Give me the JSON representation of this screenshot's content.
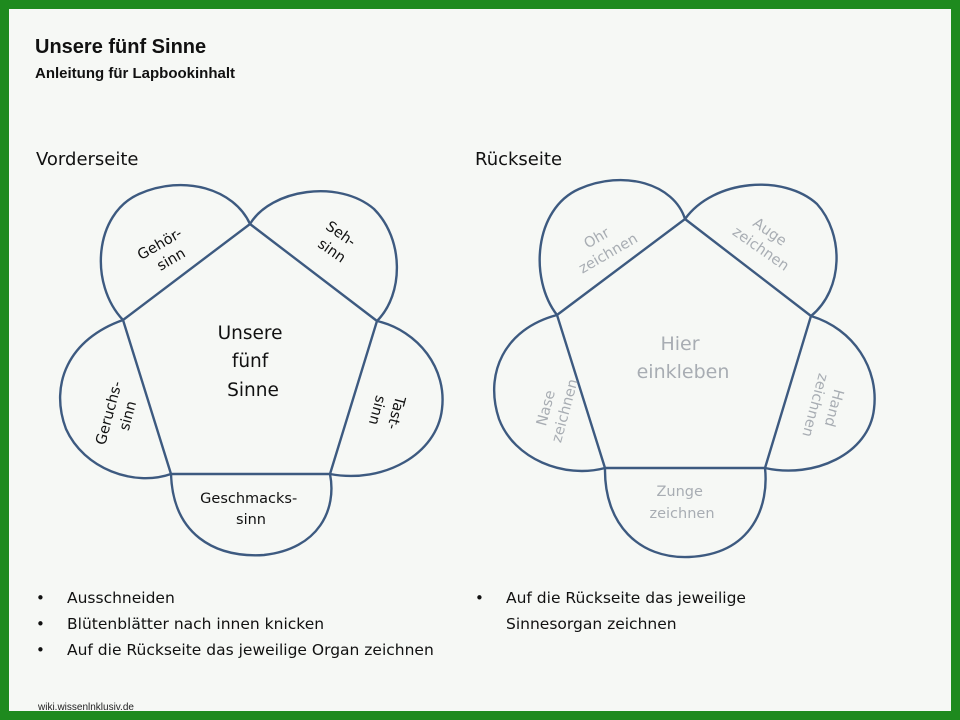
{
  "header": {
    "title": "Unsere fünf Sinne",
    "subtitle": "Anleitung für Lapbookinhalt"
  },
  "front": {
    "heading": "Vorderseite",
    "center": [
      "Unsere",
      "fünf",
      "Sinne"
    ],
    "petals": {
      "hearing": [
        "Gehör-",
        "sinn"
      ],
      "sight": [
        "Seh-",
        "sinn"
      ],
      "touch": [
        "Tast-",
        "sinn"
      ],
      "taste": [
        "Geschmacks-",
        "sinn"
      ],
      "smell": [
        "Geruchs-",
        "sinn"
      ]
    },
    "steps": [
      "Ausschneiden",
      "Blütenblätter nach innen knicken",
      "Auf die Rückseite das jeweilige Organ zeichnen"
    ]
  },
  "back": {
    "heading": "Rückseite",
    "center": [
      "Hier",
      "einkleben"
    ],
    "petals": {
      "ear": [
        "Ohr",
        "zeichnen"
      ],
      "eye": [
        "Auge",
        "zeichnen"
      ],
      "hand": [
        "Hand",
        "zeichnen"
      ],
      "tongue": [
        "Zunge",
        "zeichnen"
      ],
      "nose": [
        "Nase",
        "zeichnen"
      ]
    },
    "steps": [
      "Auf die Rückseite das jeweilige Sinnesorgan zeichnen"
    ]
  },
  "footer": "wiki.wissenlnklusiv.de",
  "colors": {
    "frame": "#1e8a1e",
    "outline": "#3d5a80",
    "back_text": "#a8adb3",
    "front_text": "#111111"
  }
}
